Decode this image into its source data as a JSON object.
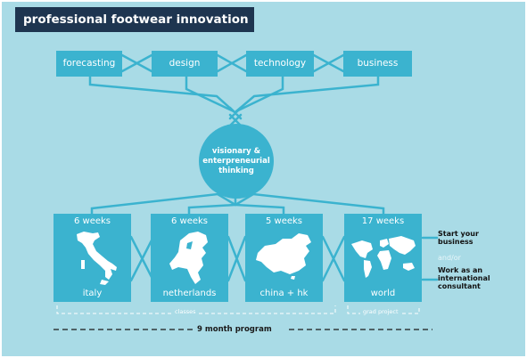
{
  "title": "professional footwear innovation",
  "top_boxes": [
    {
      "label": "forecasting"
    },
    {
      "label": "design"
    },
    {
      "label": "technology"
    },
    {
      "label": "business"
    }
  ],
  "hub": {
    "line1": "visionary &",
    "line2": "enterpreneurial",
    "line3": "thinking"
  },
  "destinations": [
    {
      "duration": "6 weeks",
      "place": "italy",
      "map_icon": "italy-map-icon"
    },
    {
      "duration": "6 weeks",
      "place": "netherlands",
      "map_icon": "netherlands-map-icon"
    },
    {
      "duration": "5 weeks",
      "place": "china + hk",
      "map_icon": "china-map-icon"
    },
    {
      "duration": "17 weeks",
      "place": "world",
      "map_icon": "world-map-icon"
    }
  ],
  "outcomes": {
    "first": [
      "Start your",
      "business"
    ],
    "connector": "and/or",
    "second": [
      "Work as an",
      "international",
      "consultant"
    ]
  },
  "brackets": {
    "classes": "classes",
    "grad": "grad project"
  },
  "program": "9 month program",
  "colors": {
    "panel": "#a9dbe6",
    "box": "#3bb3cf",
    "title_bg": "#1e3550",
    "text_light": "#ffffff"
  }
}
